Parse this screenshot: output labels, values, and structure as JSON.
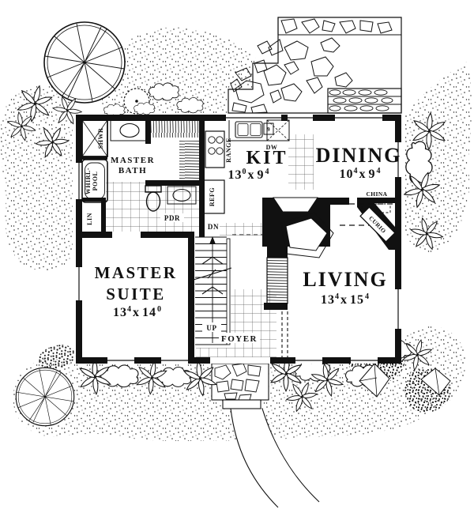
{
  "colors": {
    "ink": "#111111",
    "paper": "#ffffff"
  },
  "rooms": {
    "master_bath": {
      "line1": "MASTER",
      "line2": "BATH"
    },
    "kitchen": {
      "label": "KIT",
      "dim": {
        "ft1": "13",
        "in1": "0",
        "sep": "x",
        "ft2": "9",
        "in2": "4"
      }
    },
    "dining": {
      "label": "DINING",
      "dim": {
        "ft1": "10",
        "in1": "4",
        "sep": "x",
        "ft2": "9",
        "in2": "4"
      }
    },
    "living": {
      "label": "LIVING",
      "dim": {
        "ft1": "13",
        "in1": "4",
        "sep": "x",
        "ft2": "15",
        "in2": "4"
      }
    },
    "master_suite": {
      "line1": "MASTER",
      "line2": "SUITE",
      "dim": {
        "ft1": "13",
        "in1": "4",
        "sep": "x",
        "ft2": "14",
        "in2": "0"
      }
    },
    "foyer": {
      "label": "FOYER"
    },
    "powder_room": {
      "label": "PDR"
    }
  },
  "labels": {
    "shower": "SHWR",
    "whirlpool_line1": "WHIRL-",
    "whirlpool_line2": "POOL",
    "linen": "LIN",
    "range": "RANGE",
    "refrigerator": "REFG",
    "dishwasher": "DW",
    "sink_tag": "9",
    "china_cabinet": "CHINA",
    "curio_cabinet": "CURIO",
    "stairs_down": "DN",
    "stairs_up": "UP"
  }
}
